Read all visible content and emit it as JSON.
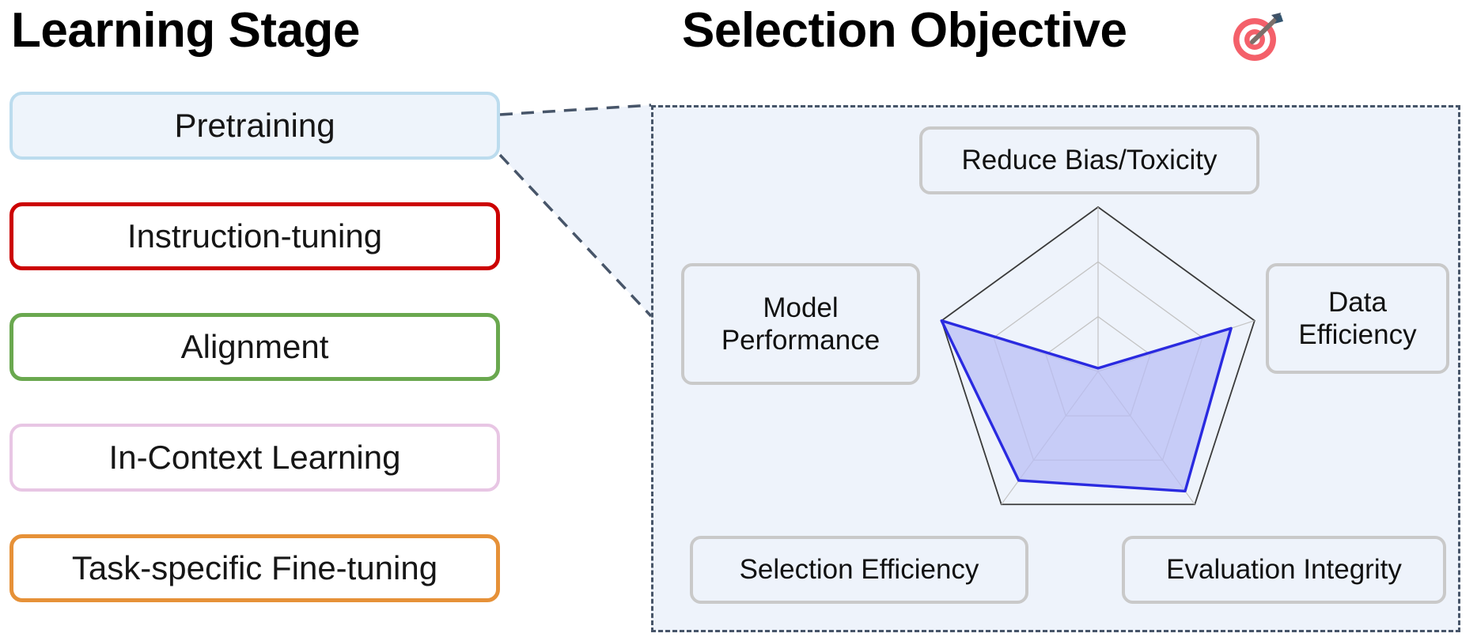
{
  "headings": {
    "left": "Learning Stage",
    "right": "Selection Objective",
    "right_icon": "target-dart-icon"
  },
  "learning_stages": [
    {
      "label": "Pretraining",
      "border_color": "#bcdcee",
      "fill_color": "#eef4fb",
      "selected": true
    },
    {
      "label": "Instruction-tuning",
      "border_color": "#cc0000",
      "fill_color": "#ffffff",
      "selected": false
    },
    {
      "label": "Alignment",
      "border_color": "#6aa84f",
      "fill_color": "#ffffff",
      "selected": false
    },
    {
      "label": "In-Context Learning",
      "border_color": "#e8c6e4",
      "fill_color": "#ffffff",
      "selected": false
    },
    {
      "label": "Task-specific Fine-tuning",
      "border_color": "#e69138",
      "fill_color": "#ffffff",
      "selected": false
    }
  ],
  "objective_panel": {
    "border_style": "dashed",
    "border_color": "#475569",
    "fill_color": "#eef3fb",
    "connector_color": "#475569",
    "connector_style": "dashed",
    "source_stage": "Pretraining"
  },
  "chart_data": {
    "type": "radar",
    "title": "Selection Objective",
    "categories": [
      "Reduce Bias/Toxicity",
      "Data Efficiency",
      "Evaluation Integrity",
      "Selection Efficiency",
      "Model Performance"
    ],
    "values": [
      0.02,
      0.85,
      0.9,
      0.82,
      1.0
    ],
    "rlim": [
      0,
      1
    ],
    "rings": 3,
    "grid": true,
    "legend": "none",
    "series": [
      {
        "name": "Pretraining",
        "values": [
          0.02,
          0.85,
          0.9,
          0.82,
          1.0
        ],
        "line_color": "#2a2ae0",
        "fill_color": "#b9bdf5"
      }
    ],
    "outer_ring_color": "#3a3a3a",
    "inner_grid_color": "#c4c4c4"
  }
}
